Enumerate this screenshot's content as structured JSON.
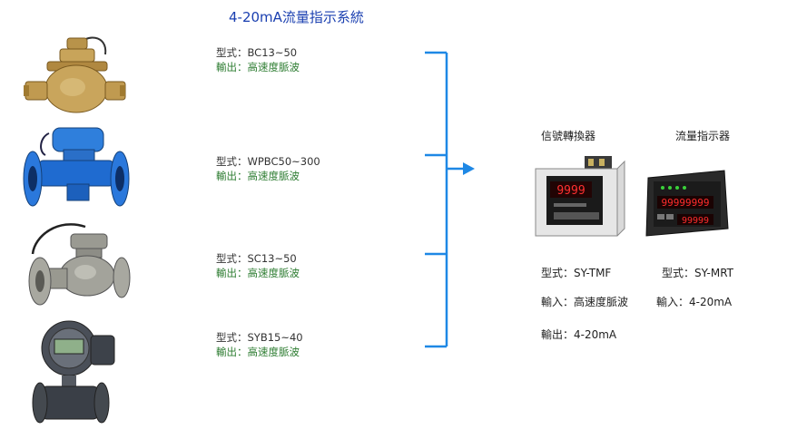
{
  "title": "4-20mA流量指示系統",
  "colors": {
    "accent": "#1a3fb0",
    "output_text": "#2e7d32",
    "connector": "#1e88e5"
  },
  "meters": [
    {
      "icon": "brass-flow-meter-icon",
      "model": "型式：BC13~50",
      "output": "輸出：高速度脈波"
    },
    {
      "icon": "blue-flanged-flow-meter-icon",
      "model": "型式：WPBC50~300",
      "output": "輸出：高速度脈波"
    },
    {
      "icon": "stainless-flow-meter-icon",
      "model": "型式：SC13~50",
      "output": "輸出：高速度脈波"
    },
    {
      "icon": "digital-flow-meter-icon",
      "model": "型式：SYB15~40",
      "output": "輸出：高速度脈波"
    }
  ],
  "converter": {
    "label": "信號轉換器",
    "icon": "signal-converter-icon",
    "display_value": "9999",
    "model": "型式：SY-TMF",
    "input": "輸入：高速度脈波",
    "output": "輸出：4-20mA"
  },
  "indicator": {
    "label": "流量指示器",
    "icon": "flow-indicator-icon",
    "display_top": "99999999",
    "display_bottom": "99999",
    "model": "型式：SY-MRT",
    "input": "輸入：4-20mA"
  }
}
